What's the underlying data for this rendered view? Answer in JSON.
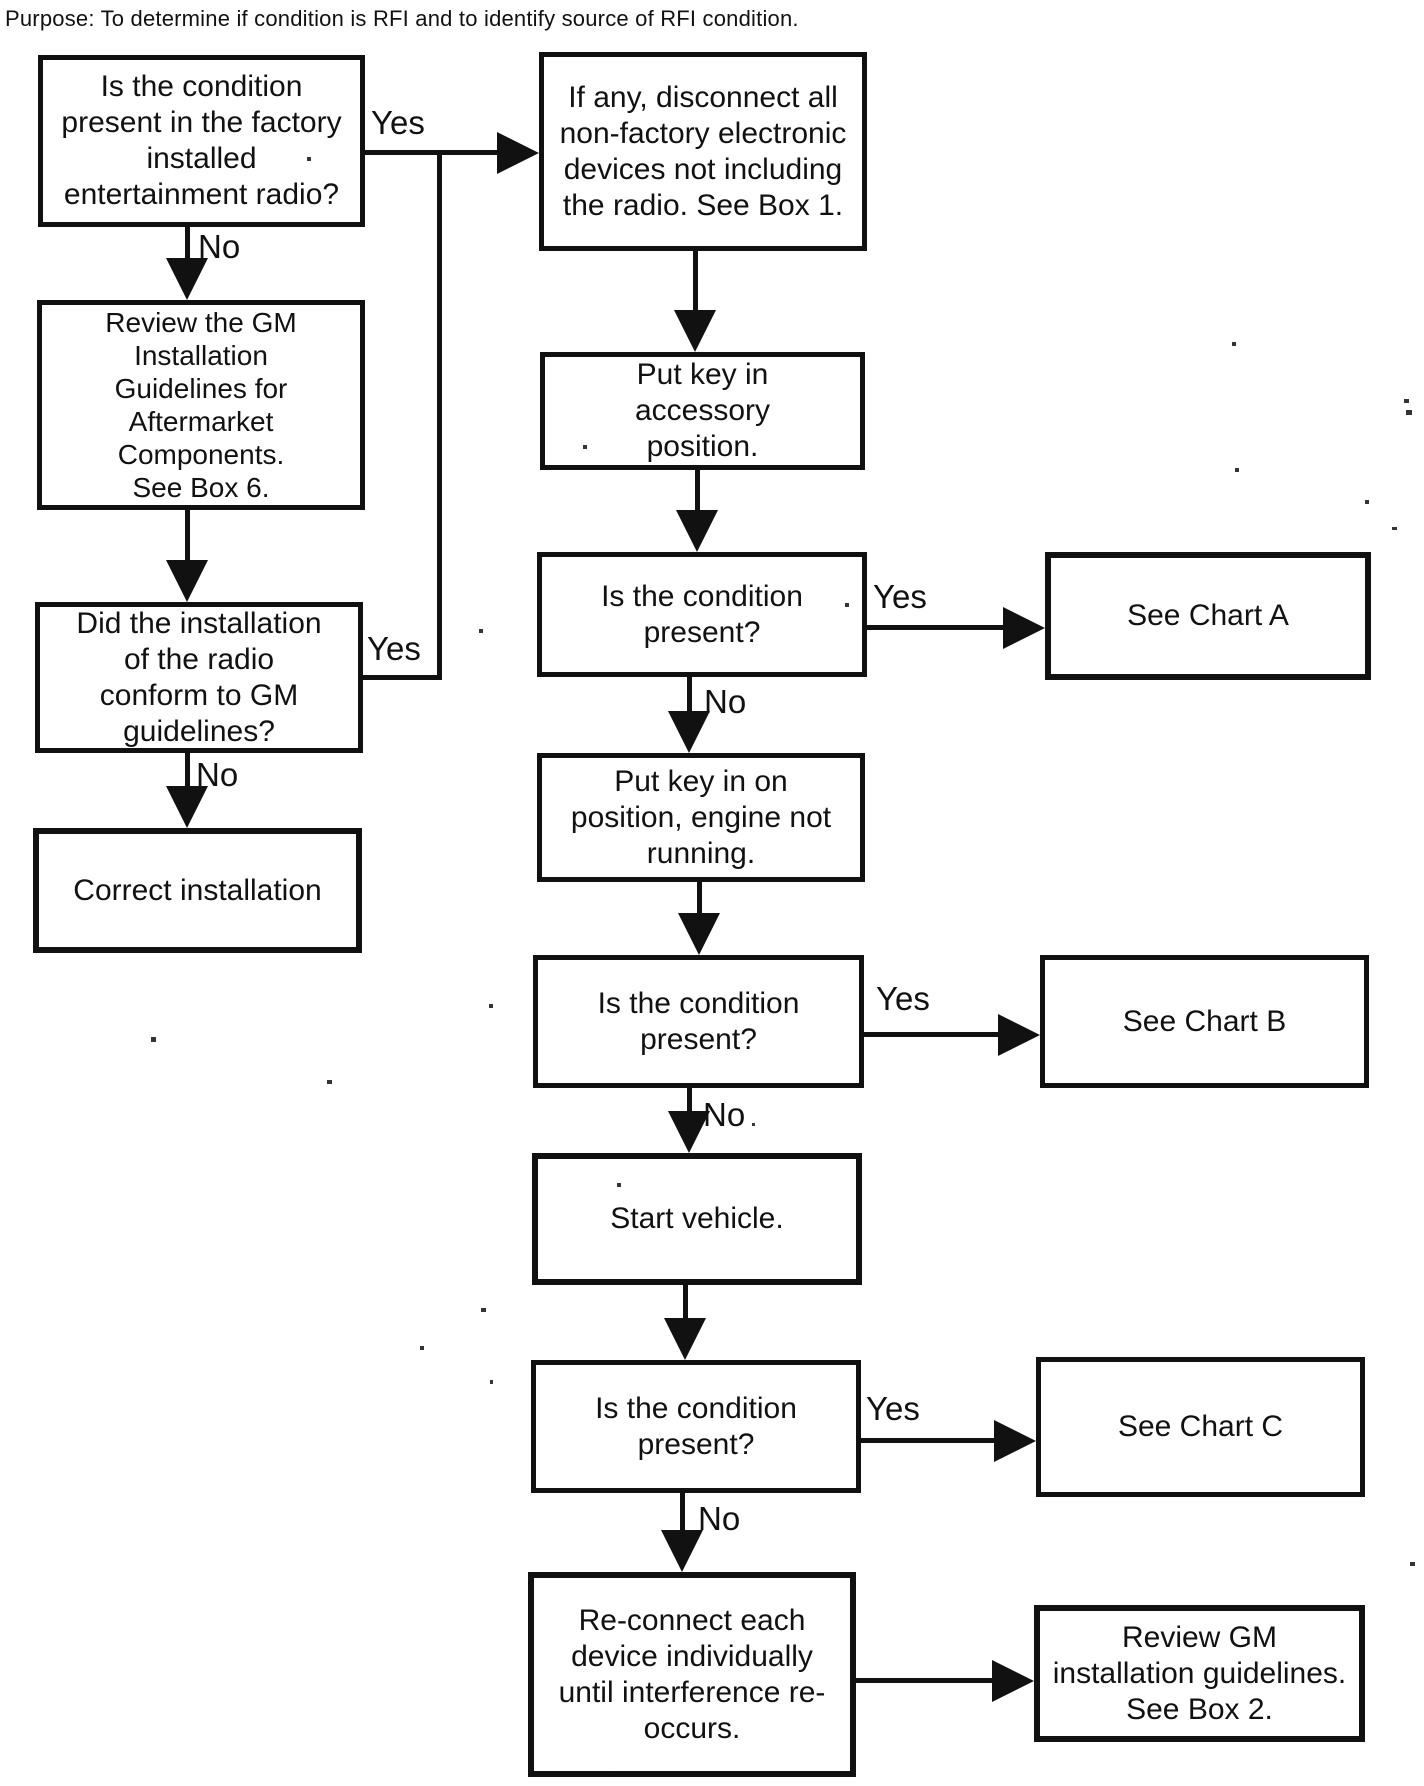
{
  "page": {
    "purpose_text": "Purpose: To determine if condition is RFI and to identify source of RFI condition."
  },
  "flow": {
    "labels": {
      "yes": "Yes",
      "no": "No"
    },
    "nodes": {
      "factory_radio_question": {
        "label": "Is the condition\npresent in the factory\ninstalled\nentertainment radio?"
      },
      "review_guidelines": {
        "label": "Review the GM\nInstallation\nGuidelines for\nAftermarket\nComponents.\nSee Box 6."
      },
      "install_conform_question": {
        "label": "Did the installation\nof the radio\nconform to GM\nguidelines?"
      },
      "correct_installation": {
        "label": "Correct installation"
      },
      "disconnect_devices": {
        "label": "If any, disconnect all\nnon-factory electronic\ndevices not including\nthe radio. See Box 1."
      },
      "key_accessory": {
        "label": "Put key in\naccessory\nposition."
      },
      "condition_present_1": {
        "label": "Is the condition\npresent?"
      },
      "key_on_position": {
        "label": "Put key in on\nposition, engine not\nrunning."
      },
      "condition_present_2": {
        "label": "Is the condition\npresent?"
      },
      "start_vehicle": {
        "label": "Start vehicle."
      },
      "condition_present_3": {
        "label": "Is the condition\npresent?"
      },
      "reconnect_devices": {
        "label": "Re-connect each\ndevice individually\nuntil interference re-\noccurs."
      },
      "see_chart_a": {
        "label": "See Chart A"
      },
      "see_chart_b": {
        "label": "See Chart B"
      },
      "see_chart_c": {
        "label": "See Chart C"
      },
      "review_gm_box2": {
        "label": "Review GM\ninstallation guidelines.\nSee Box 2."
      }
    }
  },
  "colors": {
    "ink": "#111111",
    "paper": "#ffffff"
  }
}
